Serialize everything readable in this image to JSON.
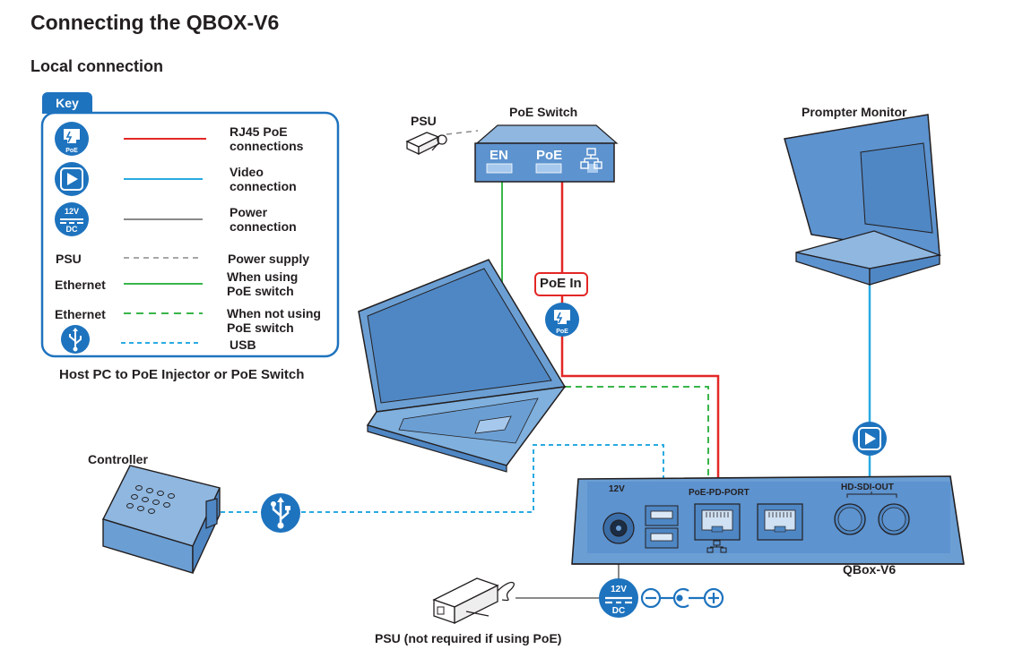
{
  "page": {
    "title": "Connecting the QBOX-V6",
    "subtitle": "Local connection"
  },
  "key": {
    "heading": "Key",
    "items": [
      {
        "icon": "poe-icon",
        "icon_text": "PoE",
        "label": "RJ45 PoE\nconnections"
      },
      {
        "icon": "video-play-icon",
        "label": "Video\nconnection"
      },
      {
        "icon": "12v-dc-icon",
        "icon_text_top": "12V",
        "icon_text_bottom": "DC",
        "label": "Power\nconnection"
      },
      {
        "name": "PSU",
        "label": "Power supply"
      },
      {
        "name": "Ethernet",
        "label": "When using\nPoE switch"
      },
      {
        "name": "Ethernet",
        "label": "When not using\nPoE switch"
      },
      {
        "icon": "usb-icon",
        "label": "USB"
      }
    ],
    "caption": "Host PC to PoE Injector or PoE Switch"
  },
  "devices": {
    "psu_top": "PSU",
    "poe_switch": "PoE Switch",
    "switch_port_en": "EN",
    "switch_port_poe": "PoE",
    "prompter_monitor": "Prompter Monitor",
    "poe_in": "PoE In",
    "poe_icon_text": "PoE",
    "controller": "Controller",
    "qbox": "QBox-V6",
    "port_12v": "12V",
    "port_poe_pd": "PoE-PD-PORT",
    "port_hdsdi": "HD-SDI-OUT",
    "dc_top": "12V",
    "dc_bottom": "DC",
    "psu_bottom": "PSU (not required if using PoE)"
  },
  "colors": {
    "poe_line": "#e32726",
    "video_line": "#29aae1",
    "power_line": "#8a8a8a",
    "ethernet_line": "#39b54a",
    "usb_line": "#29aae1",
    "icon_blue": "#1e73be",
    "device_blue": "#6b9fd4"
  }
}
